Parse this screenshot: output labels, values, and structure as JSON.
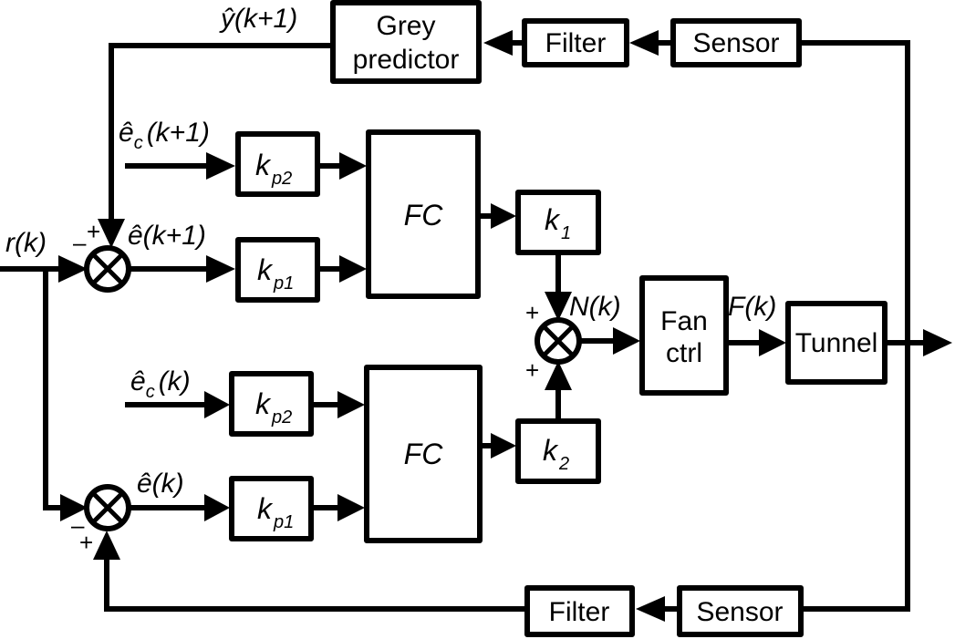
{
  "diagram": {
    "type": "control-block-diagram",
    "blocks": {
      "grey_predictor": [
        "Grey",
        "predictor"
      ],
      "filter_top": "Filter",
      "sensor_top": "Sensor",
      "filter_bottom": "Filter",
      "sensor_bottom": "Sensor",
      "kp2_upper": {
        "main": "k",
        "sub": "p2"
      },
      "kp1_upper": {
        "main": "k",
        "sub": "p1"
      },
      "kp2_lower": {
        "main": "k",
        "sub": "p2"
      },
      "kp1_lower": {
        "main": "k",
        "sub": "p1"
      },
      "fc_upper": "FC",
      "fc_lower": "FC",
      "k1": {
        "main": "k",
        "sub": "1"
      },
      "k2": {
        "main": "k",
        "sub": "2"
      },
      "fan_ctrl": [
        "Fan",
        "ctrl"
      ],
      "tunnel": "Tunnel"
    },
    "signals": {
      "y_hat": "ŷ(k+1)",
      "ec_hat_next": {
        "main": "ê",
        "sub": "c",
        "rest": "(k+1)"
      },
      "e_hat_next": "ê(k+1)",
      "r": "r(k)",
      "ec_hat": {
        "main": "ê",
        "sub": "c",
        "rest": "(k)"
      },
      "e_hat": "ê(k)",
      "N": "N(k)",
      "F": "F(k)"
    },
    "signs": {
      "sum_upper_top": "+",
      "sum_upper_left": "–",
      "sum_lower_left": "–",
      "sum_lower_bottom": "+",
      "sum_mid_top": "+",
      "sum_mid_bottom": "+"
    }
  }
}
